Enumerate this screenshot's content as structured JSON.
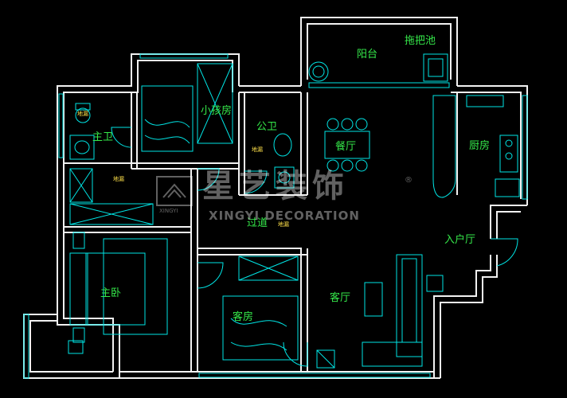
{
  "rooms": {
    "balcony": "阳台",
    "mop_sink": "拖把池",
    "kids_room": "小孩房",
    "public_bath": "公卫",
    "master_bath": "主卫",
    "dining": "餐厅",
    "kitchen": "厨房",
    "corridor": "过道",
    "entrance": "入户厅",
    "master_bedroom": "主卧",
    "guest_room": "客房",
    "living_room": "客厅"
  },
  "fixture_labels": {
    "floor_drain_1": "地漏",
    "floor_drain_2": "地漏",
    "floor_drain_3": "地漏",
    "floor_drain_4": "地漏"
  },
  "watermark": {
    "chinese": "星艺装饰",
    "english": "XINGYI DECORATION",
    "logo_text": "XINGYI",
    "registered": "®"
  },
  "colors": {
    "background": "#000000",
    "wall": "#ffffff",
    "furniture": "#00e5e5",
    "label": "#35e84a",
    "fixture_label": "#ffe14a"
  }
}
